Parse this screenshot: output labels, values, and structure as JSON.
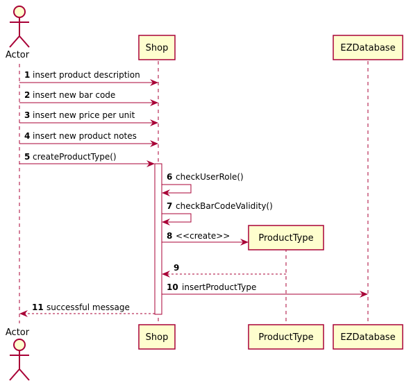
{
  "participants": {
    "actor": {
      "label": "Actor"
    },
    "shop": {
      "label": "Shop"
    },
    "product_type": {
      "label": "ProductType"
    },
    "ez_database": {
      "label": "EZDatabase"
    }
  },
  "messages": [
    {
      "num": "1",
      "text": "insert product description",
      "style": "solid"
    },
    {
      "num": "2",
      "text": "insert new bar code",
      "style": "solid"
    },
    {
      "num": "3",
      "text": "insert new price per unit",
      "style": "solid"
    },
    {
      "num": "4",
      "text": "insert new product notes",
      "style": "solid"
    },
    {
      "num": "5",
      "text": "createProductType()",
      "style": "solid"
    },
    {
      "num": "6",
      "text": "checkUserRole()",
      "style": "solid"
    },
    {
      "num": "7",
      "text": "checkBarCodeValidity()",
      "style": "solid"
    },
    {
      "num": "8",
      "text": "<<create>>",
      "style": "solid"
    },
    {
      "num": "9",
      "text": "",
      "style": "dashed"
    },
    {
      "num": "10",
      "text": "insertProductType",
      "style": "solid"
    },
    {
      "num": "11",
      "text": "successful message",
      "style": "dashed"
    }
  ],
  "colors": {
    "participant_fill": "#FEFECE",
    "border": "#A80036",
    "lifeline": "#A80036",
    "arrow": "#A80036",
    "text": "#000000",
    "activation_fill": "#FFFFFF"
  }
}
